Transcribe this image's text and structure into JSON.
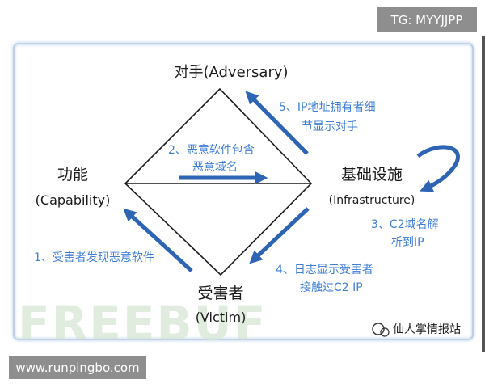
{
  "header_tag": "TG: MYYJJPP",
  "footer_tag": "www.runpingbo.com",
  "nodes": {
    "adversary": "对手(Adversary)",
    "capability_cn": "功能",
    "capability_en": "(Capability)",
    "infrastructure_cn": "基础设施",
    "infrastructure_en": "(Infrastructure)",
    "victim_cn": "受害者",
    "victim_en": "(Victim)"
  },
  "annotations": {
    "step1": "1、受害者发现恶意软件",
    "step2_line1": "2、恶意软件包含",
    "step2_line2": "恶意域名",
    "step3_line1": "3、C2域名解",
    "step3_line2": "析到IP",
    "step4_line1": "4、日志显示受害者",
    "step4_line2": "接触过C2 IP",
    "step5_line1": "5、IP地址拥有者细",
    "step5_line2": "节显示对手"
  },
  "watermarks": {
    "freebuf": "FREEBUF",
    "source": "仙人掌情报站"
  },
  "colors": {
    "arrow": "#2e64b4",
    "annotation": "#3f7fd6",
    "frame": "#b8cbe2",
    "line": "#1a1a1a",
    "tag_bg": "#8e8e8e"
  }
}
